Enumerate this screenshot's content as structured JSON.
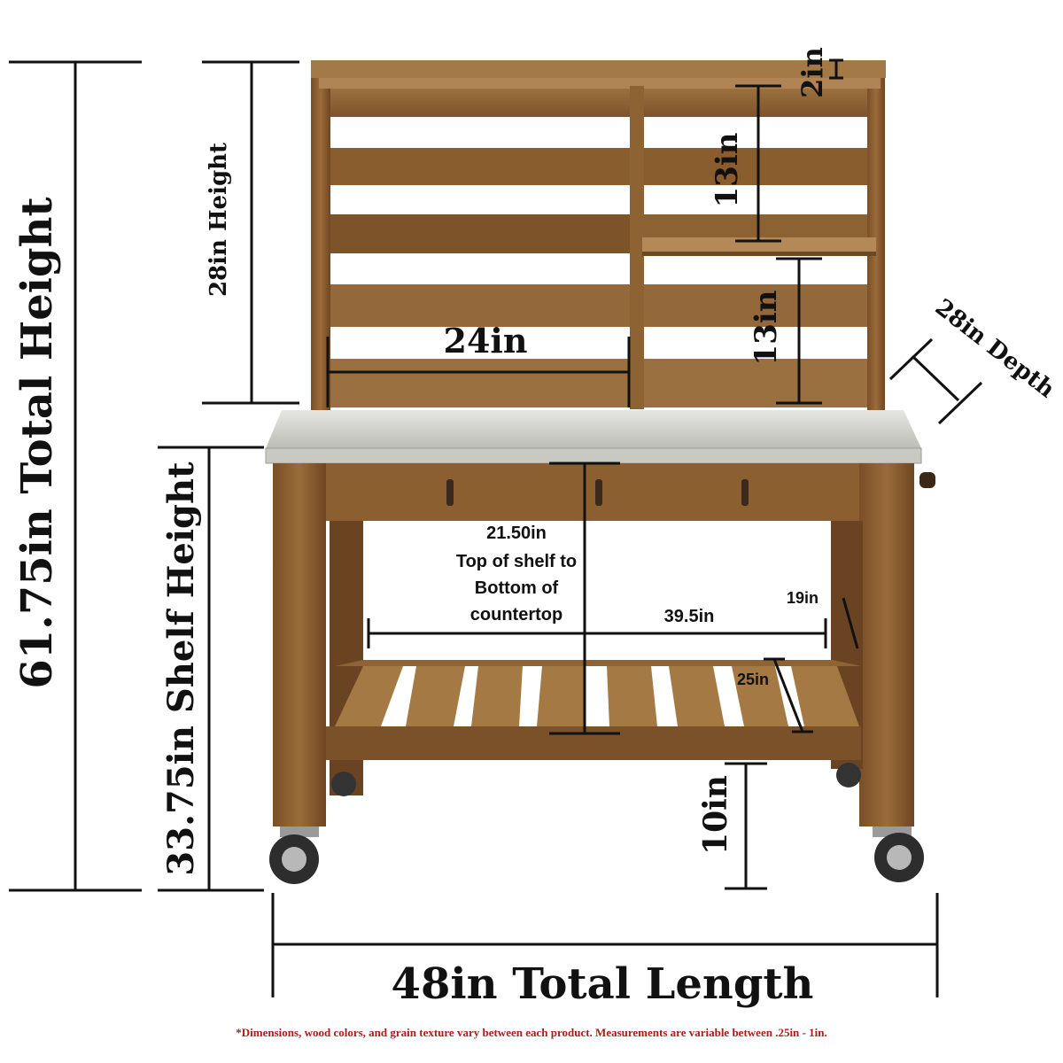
{
  "labels": {
    "total_height": "61.75in Total Height",
    "shelf_height": "33.75in Shelf Height",
    "hutch_height": "28in Height",
    "top_gap": "2in",
    "upper_spacing": "13in",
    "lower_spacing": "13in",
    "hutch_width": "24in",
    "depth": "28in Depth",
    "shelf_gap_value": "21.50in",
    "shelf_gap_line1": "Top of shelf to",
    "shelf_gap_line2": "Bottom of",
    "shelf_gap_line3": "countertop",
    "shelf_length": "39.5in",
    "shelf_depth": "19in",
    "shelf_inner": "25in",
    "wheel_clearance": "10in",
    "total_length": "48in Total Length"
  },
  "footnote": "*Dimensions, wood colors, and grain texture vary between each product.  Measurements are variable between .25in - 1in.",
  "colors": {
    "wood_light": "#a0743f",
    "wood_mid": "#8a5e31",
    "wood_dark": "#6e4723",
    "countertop": "#d3d3cf",
    "dimension_line": "#111111",
    "footnote": "#b01a1a"
  }
}
